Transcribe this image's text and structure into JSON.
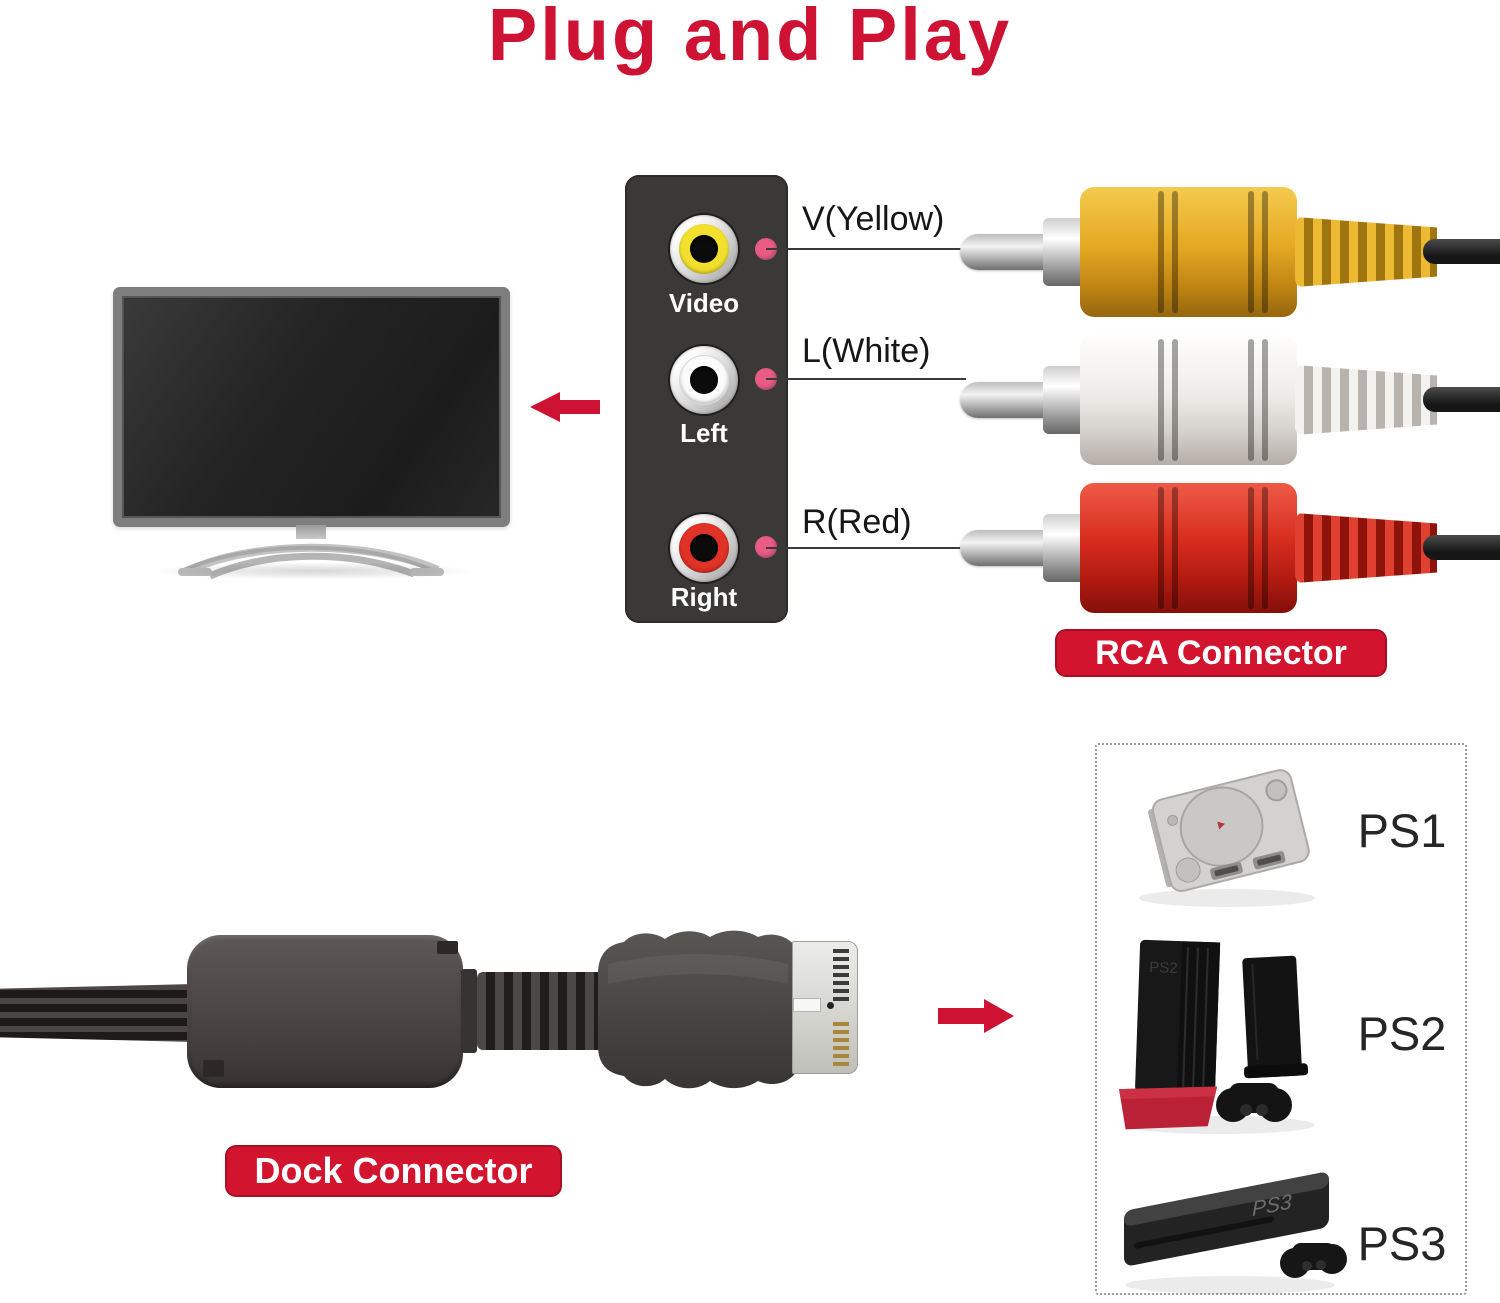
{
  "title": "Plug and Play",
  "colors": {
    "accent_red": "#ce1233",
    "badge_red": "#d2142f",
    "panel_dark": "#3b3838",
    "dot_pink": "#e85c85",
    "rca_yellow": "#e5a923",
    "rca_white": "#efedea",
    "rca_red": "#d62c1e"
  },
  "panel": {
    "jacks": [
      {
        "label": "Video",
        "wire_label": "V(Yellow)",
        "color_hex": "#f2df2e"
      },
      {
        "label": "Left",
        "wire_label": "L(White)",
        "color_hex": "#fbfbfb"
      },
      {
        "label": "Right",
        "wire_label": "R(Red)",
        "color_hex": "#e03226"
      }
    ]
  },
  "rca": {
    "badge_label": "RCA Connector"
  },
  "dock": {
    "badge_label": "Dock Connector"
  },
  "consoles": {
    "items": [
      {
        "label": "PS1",
        "logo_text": ""
      },
      {
        "label": "PS2",
        "logo_text": "PS2"
      },
      {
        "label": "PS3",
        "logo_text": "PS3"
      }
    ]
  }
}
